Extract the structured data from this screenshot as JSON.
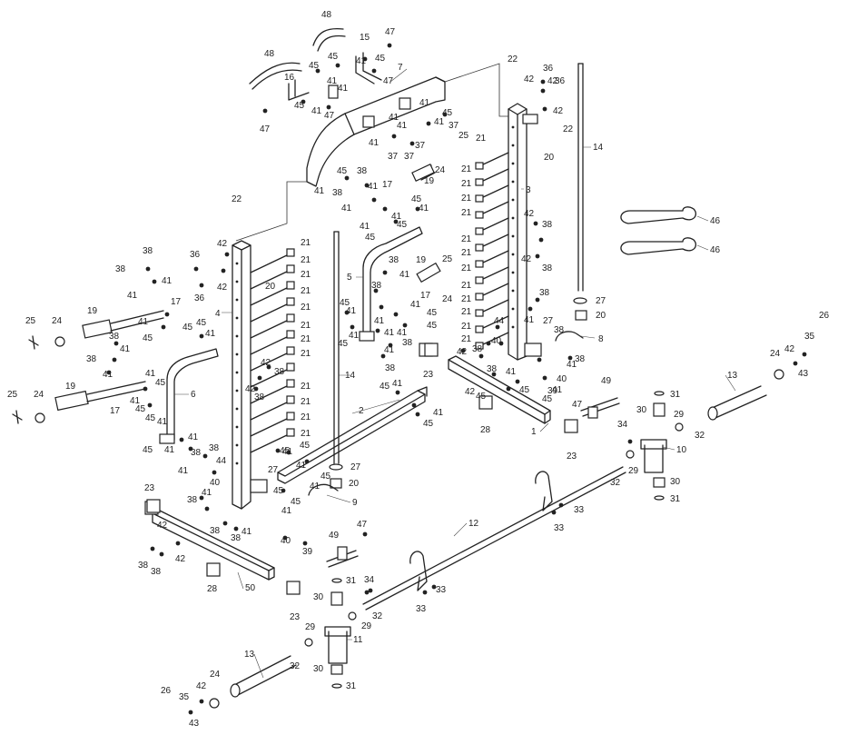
{
  "diagram": {
    "labels": {
      "p1": "1",
      "p2": "2",
      "p3": "3",
      "p4": "4",
      "p5": "5",
      "p6": "6",
      "p7": "7",
      "p8": "8",
      "p9": "9",
      "p10": "10",
      "p11": "11",
      "p12": "12",
      "p13": "13",
      "p14": "14",
      "p15": "15",
      "p16": "16",
      "p17": "17",
      "p19": "19",
      "p20": "20",
      "p21": "21",
      "p22": "22",
      "p23": "23",
      "p24": "24",
      "p25": "25",
      "p26": "26",
      "p27": "27",
      "p28": "28",
      "p29": "29",
      "p30": "30",
      "p31": "31",
      "p32": "32",
      "p33": "33",
      "p34": "34",
      "p35": "35",
      "p36": "36",
      "p37": "37",
      "p38": "38",
      "p39": "39",
      "p40": "40",
      "p41": "41",
      "p42": "42",
      "p43": "43",
      "p44": "44",
      "p45": "45",
      "p46": "46",
      "p47": "47",
      "p48": "48",
      "p49": "49",
      "p50": "50"
    }
  }
}
